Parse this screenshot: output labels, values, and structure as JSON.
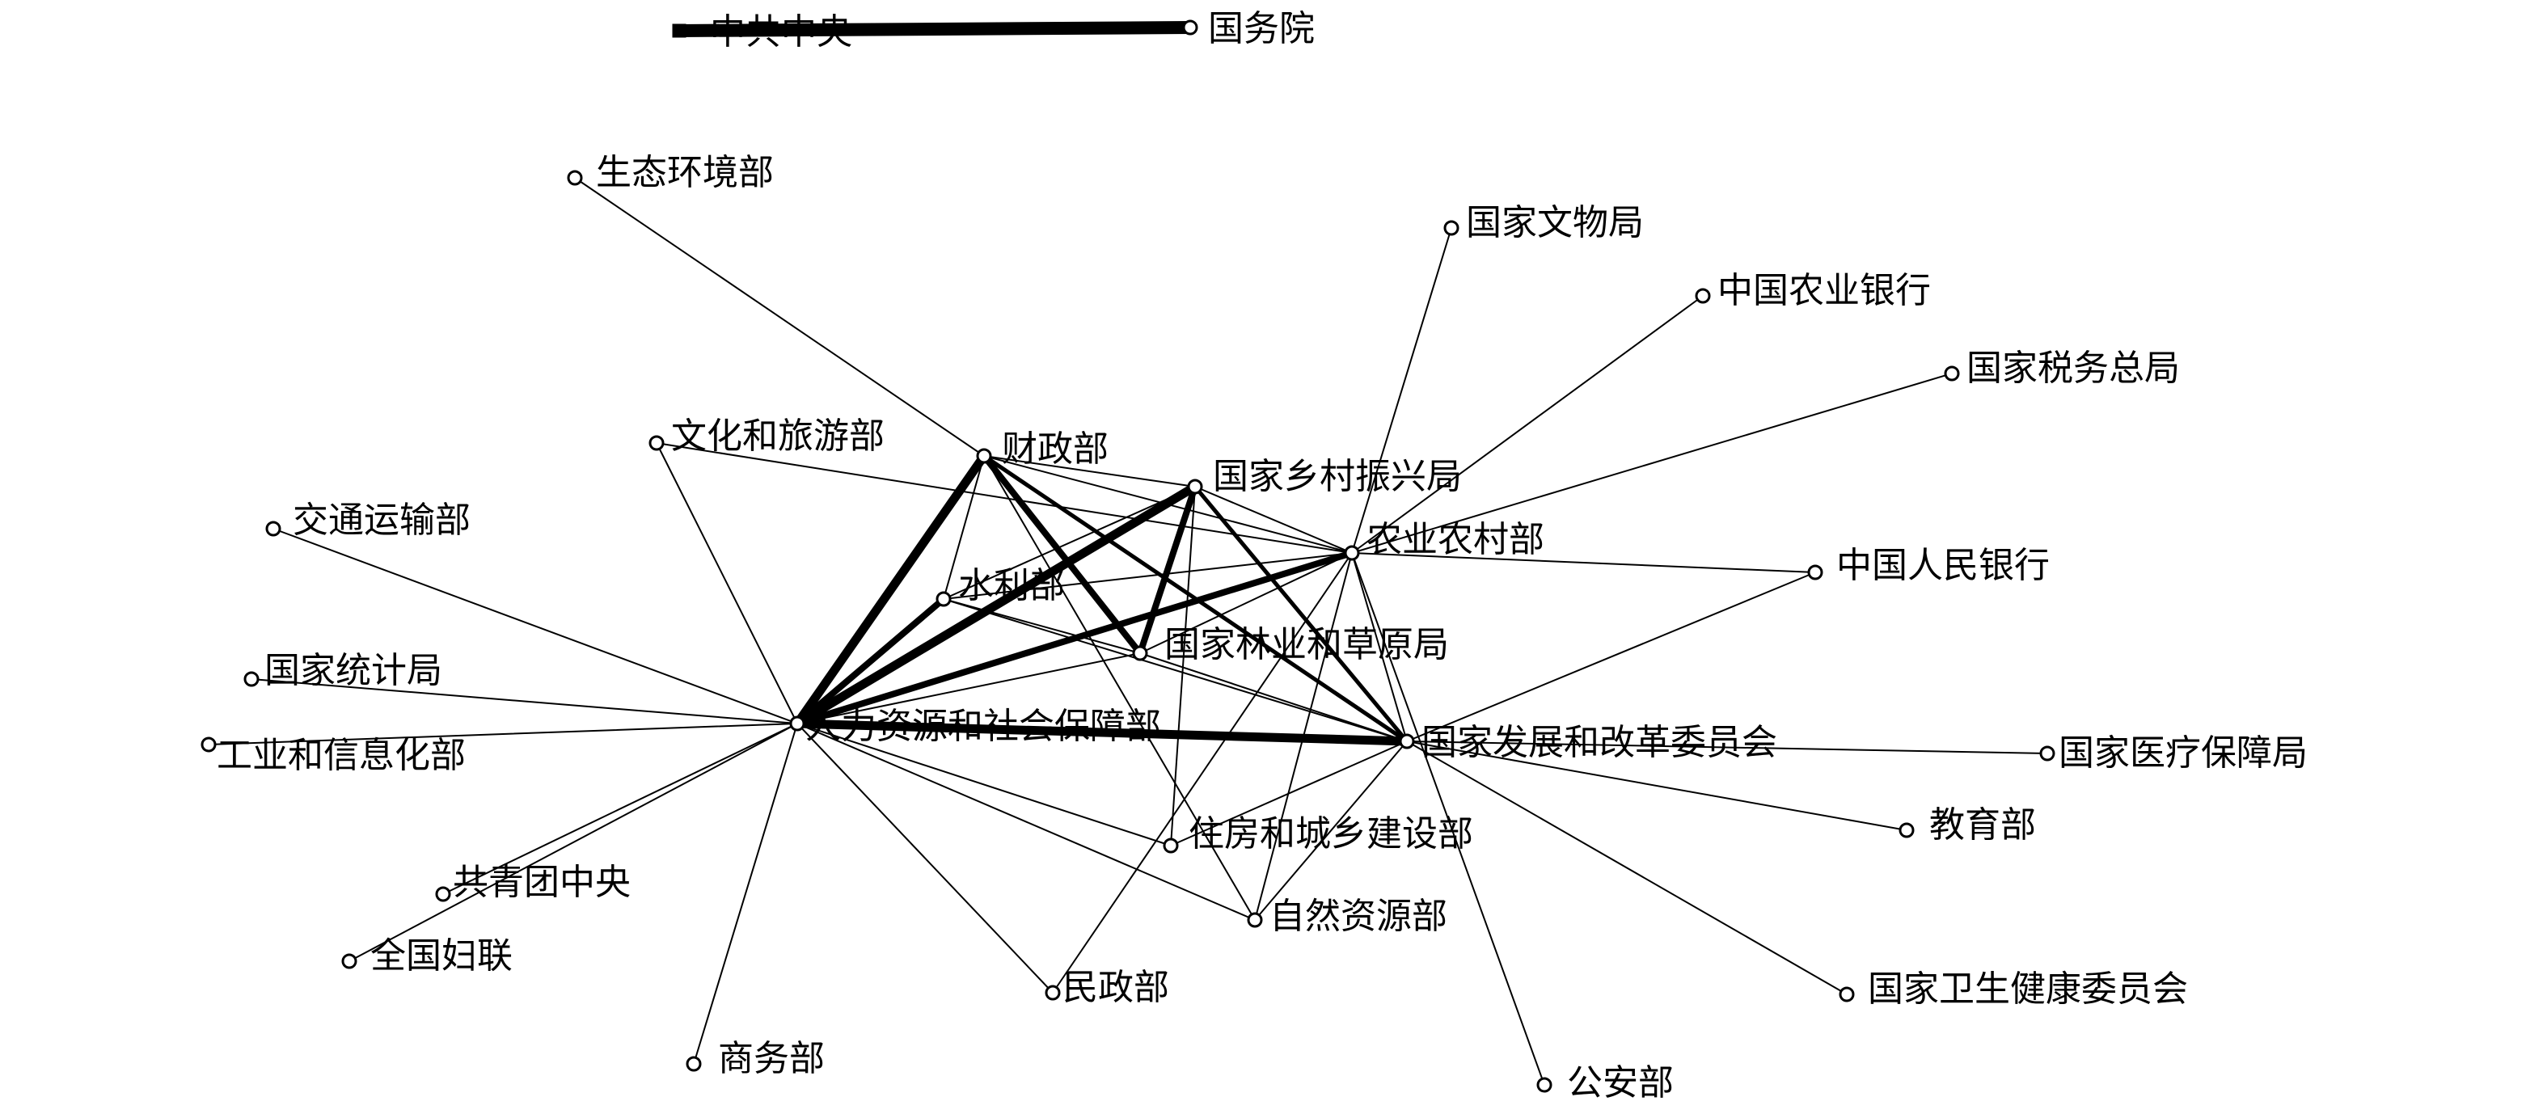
{
  "colors": {
    "background": "#ffffff",
    "ink": "#000000"
  },
  "nodes": {
    "zgzy": "中共中央",
    "gwy": "国务院",
    "sthjb": "生态环境部",
    "gjwwj": "国家文物局",
    "zgnyyh": "中国农业银行",
    "gjswzj": "国家税务总局",
    "whlyb": "文化和旅游部",
    "czb": "财政部",
    "gjxczxj": "国家乡村振兴局",
    "jtysb": "交通运输部",
    "nyncb": "农业农村部",
    "zgrmyh": "中国人民银行",
    "slb": "水利部",
    "gjlyhcyj": "国家林业和草原局",
    "gjtjj": "国家统计局",
    "rlzyhshbzb": "人力资源和社会保障部",
    "gjfzhggwyh": "国家发展和改革委员会",
    "gjylbzj": "国家医疗保障局",
    "gyhxxhb": "工业和信息化部",
    "jyb": "教育部",
    "zfhcxjsb": "住房和城乡建设部",
    "gqtzy": "共青团中央",
    "zrzyb": "自然资源部",
    "qgfl": "全国妇联",
    "mzb": "民政部",
    "gjwsjkwyh": "国家卫生健康委员会",
    "swb": "商务部",
    "gab": "公安部"
  },
  "edges": [
    {
      "source": "zgzy",
      "target": "gwy",
      "weight": 5
    },
    {
      "source": "czb",
      "target": "rlzyhshbzb",
      "weight": 4
    },
    {
      "source": "czb",
      "target": "gjlyhcyj",
      "weight": 3
    },
    {
      "source": "czb",
      "target": "gjfzhggwyh",
      "weight": 2
    },
    {
      "source": "czb",
      "target": "nyncb",
      "weight": 1
    },
    {
      "source": "czb",
      "target": "gjxczxj",
      "weight": 1
    },
    {
      "source": "czb",
      "target": "slb",
      "weight": 1
    },
    {
      "source": "czb",
      "target": "sthjb",
      "weight": 1
    },
    {
      "source": "czb",
      "target": "zrzyb",
      "weight": 1
    },
    {
      "source": "gjxczxj",
      "target": "rlzyhshbzb",
      "weight": 4
    },
    {
      "source": "gjxczxj",
      "target": "gjlyhcyj",
      "weight": 3
    },
    {
      "source": "gjxczxj",
      "target": "gjfzhggwyh",
      "weight": 2
    },
    {
      "source": "gjxczxj",
      "target": "nyncb",
      "weight": 1
    },
    {
      "source": "gjxczxj",
      "target": "slb",
      "weight": 1
    },
    {
      "source": "gjxczxj",
      "target": "zfhcxjsb",
      "weight": 1
    },
    {
      "source": "nyncb",
      "target": "rlzyhshbzb",
      "weight": 3
    },
    {
      "source": "nyncb",
      "target": "gjfzhggwyh",
      "weight": 1
    },
    {
      "source": "nyncb",
      "target": "slb",
      "weight": 1
    },
    {
      "source": "nyncb",
      "target": "gjlyhcyj",
      "weight": 1
    },
    {
      "source": "nyncb",
      "target": "zgrmyh",
      "weight": 1
    },
    {
      "source": "nyncb",
      "target": "gjswzj",
      "weight": 1
    },
    {
      "source": "nyncb",
      "target": "zgnyyh",
      "weight": 1
    },
    {
      "source": "nyncb",
      "target": "gjwwj",
      "weight": 1
    },
    {
      "source": "nyncb",
      "target": "whlyb",
      "weight": 1
    },
    {
      "source": "nyncb",
      "target": "mzb",
      "weight": 1
    },
    {
      "source": "nyncb",
      "target": "zrzyb",
      "weight": 1
    },
    {
      "source": "nyncb",
      "target": "gab",
      "weight": 1
    },
    {
      "source": "rlzyhshbzb",
      "target": "gjfzhggwyh",
      "weight": 4
    },
    {
      "source": "rlzyhshbzb",
      "target": "slb",
      "weight": 3
    },
    {
      "source": "rlzyhshbzb",
      "target": "gjlyhcyj",
      "weight": 1
    },
    {
      "source": "rlzyhshbzb",
      "target": "whlyb",
      "weight": 1
    },
    {
      "source": "rlzyhshbzb",
      "target": "jtysb",
      "weight": 1
    },
    {
      "source": "rlzyhshbzb",
      "target": "gjtjj",
      "weight": 1
    },
    {
      "source": "rlzyhshbzb",
      "target": "gyhxxhb",
      "weight": 1
    },
    {
      "source": "rlzyhshbzb",
      "target": "gqtzy",
      "weight": 1
    },
    {
      "source": "rlzyhshbzb",
      "target": "qgfl",
      "weight": 1
    },
    {
      "source": "rlzyhshbzb",
      "target": "swb",
      "weight": 1
    },
    {
      "source": "rlzyhshbzb",
      "target": "mzb",
      "weight": 1
    },
    {
      "source": "rlzyhshbzb",
      "target": "zfhcxjsb",
      "weight": 1
    },
    {
      "source": "rlzyhshbzb",
      "target": "zrzyb",
      "weight": 1
    },
    {
      "source": "gjfzhggwyh",
      "target": "slb",
      "weight": 1
    },
    {
      "source": "gjfzhggwyh",
      "target": "gjlyhcyj",
      "weight": 1
    },
    {
      "source": "gjfzhggwyh",
      "target": "zgrmyh",
      "weight": 1
    },
    {
      "source": "gjfzhggwyh",
      "target": "gjylbzj",
      "weight": 1
    },
    {
      "source": "gjfzhggwyh",
      "target": "jyb",
      "weight": 1
    },
    {
      "source": "gjfzhggwyh",
      "target": "gjwsjkwyh",
      "weight": 1
    },
    {
      "source": "gjfzhggwyh",
      "target": "zfhcxjsb",
      "weight": 1
    },
    {
      "source": "gjfzhggwyh",
      "target": "zrzyb",
      "weight": 1
    },
    {
      "source": "slb",
      "target": "gjlyhcyj",
      "weight": 1
    }
  ]
}
